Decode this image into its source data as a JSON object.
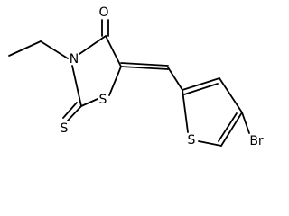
{
  "molecule": {
    "atoms": {
      "O": "O",
      "N": "N",
      "S_ring": "S",
      "S_thione": "S",
      "S_thiophene": "S",
      "Br": "Br"
    }
  },
  "colors": {
    "bond": "#000000",
    "label": "#000000",
    "background": "#ffffff"
  }
}
